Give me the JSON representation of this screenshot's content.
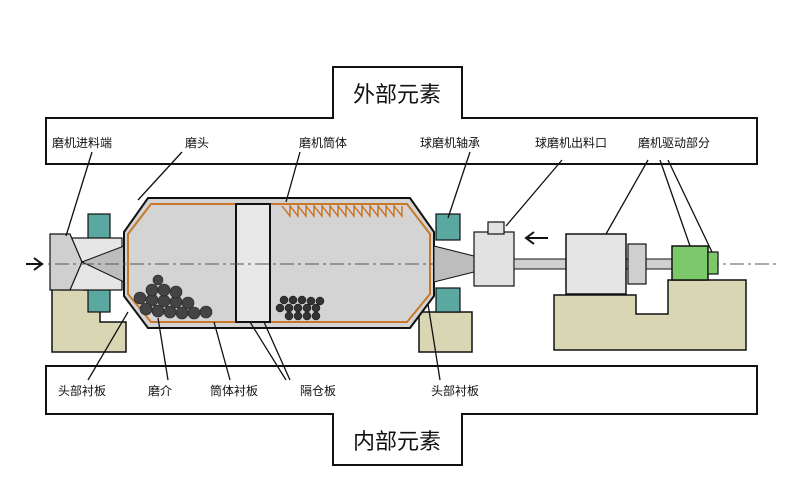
{
  "headers": {
    "external": "外部元素",
    "internal": "内部元素"
  },
  "labels_top": {
    "feed_end": "磨机进料端",
    "mill_head": "磨头",
    "mill_shell": "磨机筒体",
    "ball_mill_bearing": "球磨机轴承",
    "ball_mill_outlet": "球磨机出料口",
    "mill_drive": "磨机驱动部分"
  },
  "labels_bottom": {
    "head_liner_left": "头部衬板",
    "grinding_media": "磨介",
    "shell_liner": "筒体衬板",
    "partition_plate": "隔仓板",
    "head_liner_right": "头部衬板"
  },
  "colors": {
    "base": "#d9d6b4",
    "shell": "#d4d4d4",
    "bearing": "#5aa8a0",
    "motor": "#7cc86a",
    "liner": "#c8782a",
    "media": "#333333",
    "outline": "#111111"
  }
}
